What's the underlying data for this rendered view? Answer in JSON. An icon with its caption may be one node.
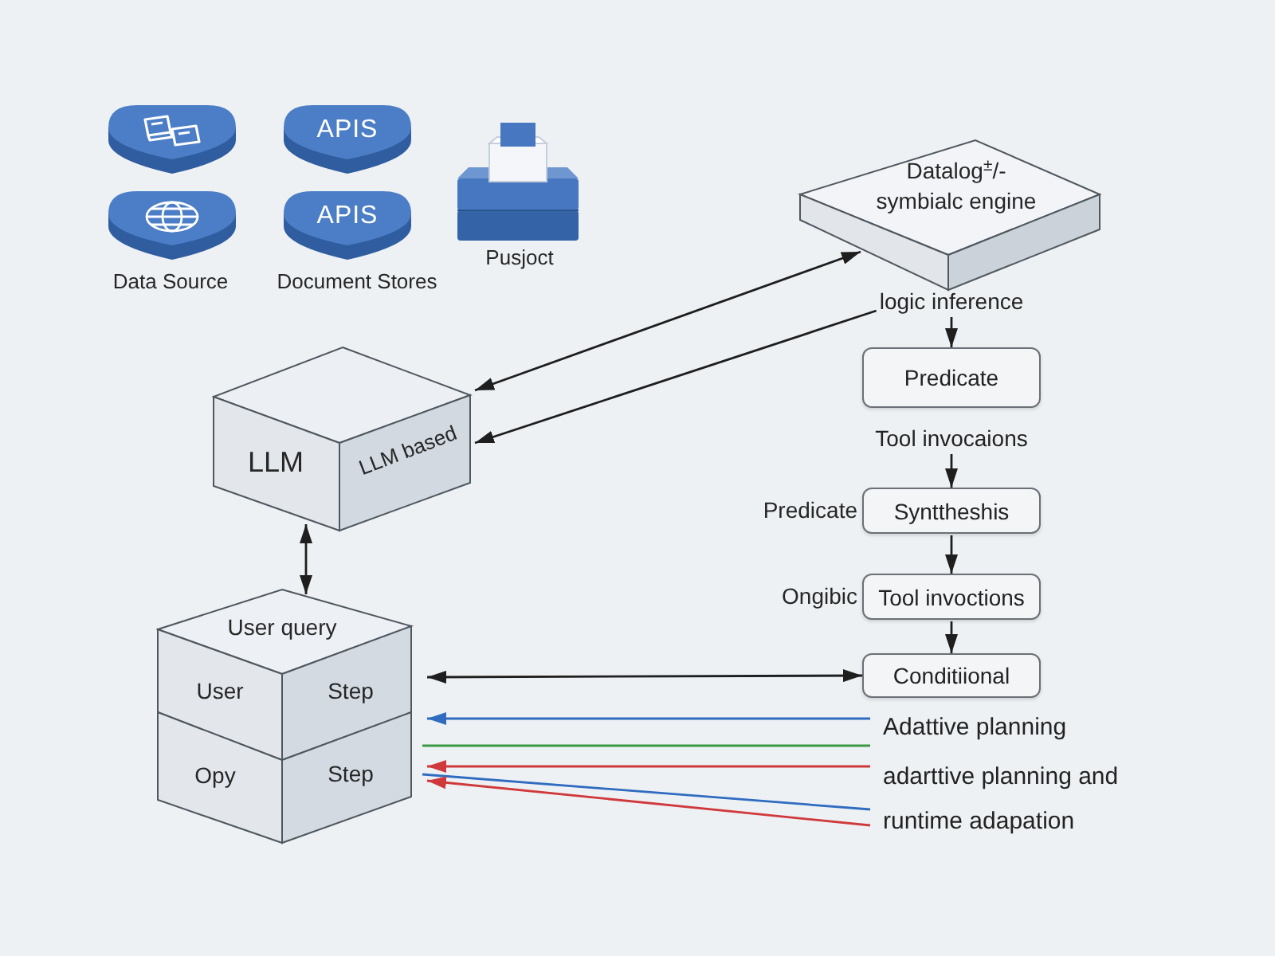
{
  "diagram": {
    "nodes": [
      {
        "text": [],
        "shape": "cylinder"
      },
      {
        "text": [
          "APIS"
        ]
      },
      {
        "text": [],
        "shape": "picture",
        "beside": [
          "Pusjoct"
        ]
      },
      {
        "text": [],
        "shape": "cylinder",
        "beside": [
          "Data Source"
        ]
      },
      {
        "text": [
          "APIS"
        ],
        "beside": [
          "Document Stores"
        ]
      },
      {
        "text": [
          "Datalog$^{±}$/- symbialc engine"
        ]
      },
      {
        "text": [
          "logic inference"
        ]
      },
      {
        "text": [
          "Predicate"
        ]
      },
      {
        "text": [
          "Tool invocaions"
        ]
      },
      {
        "text": [
          "Synttheshis"
        ],
        "beside": [
          "Predicate"
        ]
      },
      {
        "text": [
          "Tool invoctions"
        ],
        "beside": [
          "Ongibic"
        ]
      },
      {
        "text": [
          "Conditiional"
        ]
      },
      {
        "text": [
          "LLM",
          "LLM based"
        ]
      },
      {
        "text": [
          "User query",
          "User",
          "Step",
          "Opy",
          "Step"
        ]
      },
      {
        "text": [
          "Adattive planning"
        ]
      },
      {
        "text": [
          "adarttive planning and runtime adapation"
        ]
      }
    ],
    "edges": [
      {
        "from": 5,
        "to": 12,
        "arrow": "both"
      },
      {
        "from": 6,
        "to": 12,
        "arrow": "to"
      },
      {
        "from": 6,
        "to": 7,
        "arrow": "to"
      },
      {
        "from": 8,
        "to": 9,
        "arrow": "to"
      },
      {
        "from": 9,
        "to": 10,
        "arrow": "to"
      },
      {
        "from": 10,
        "to": 11,
        "arrow": "to"
      },
      {
        "from": 12,
        "to": 13,
        "arrow": "both"
      },
      {
        "from": 11,
        "to": 13,
        "arrow": "both"
      },
      {
        "from": 14,
        "to": 13,
        "arrow": "to",
        "color": "#2f6cc0"
      },
      {
        "from": 14,
        "to": 13,
        "arrow": "none",
        "color": "#3a9a44"
      },
      {
        "from": 15,
        "to": 13,
        "arrow": "to",
        "color": "#d0393b"
      },
      {
        "from": 15,
        "to": 13,
        "arrow": "none",
        "color": "#2f6cc0"
      },
      {
        "from": 15,
        "to": 13,
        "arrow": "to",
        "color": "#d0393b"
      }
    ]
  }
}
